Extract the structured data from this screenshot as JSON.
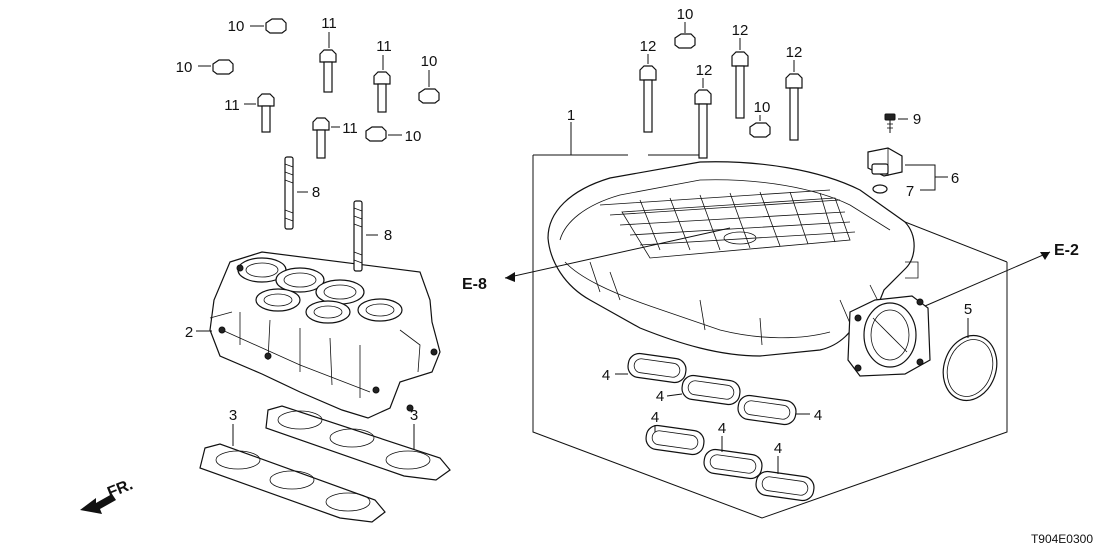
{
  "diagram": {
    "callouts": {
      "c1": "1",
      "c2": "2",
      "c3a": "3",
      "c3b": "3",
      "c4a": "4",
      "c4b": "4",
      "c4c": "4",
      "c4d": "4",
      "c4e": "4",
      "c4f": "4",
      "c5": "5",
      "c6": "6",
      "c7": "7",
      "c8a": "8",
      "c8b": "8",
      "c9": "9",
      "c10a": "10",
      "c10b": "10",
      "c10c": "10",
      "c10d": "10",
      "c10e": "10",
      "c10f": "10",
      "c11a": "11",
      "c11b": "11",
      "c11c": "11",
      "c11d": "11",
      "c12a": "12",
      "c12b": "12",
      "c12c": "12",
      "c12d": "12"
    },
    "refs": {
      "e8": "E-8",
      "e2": "E-2"
    },
    "front_marker": "FR.",
    "diagram_code": "T904E0300"
  }
}
